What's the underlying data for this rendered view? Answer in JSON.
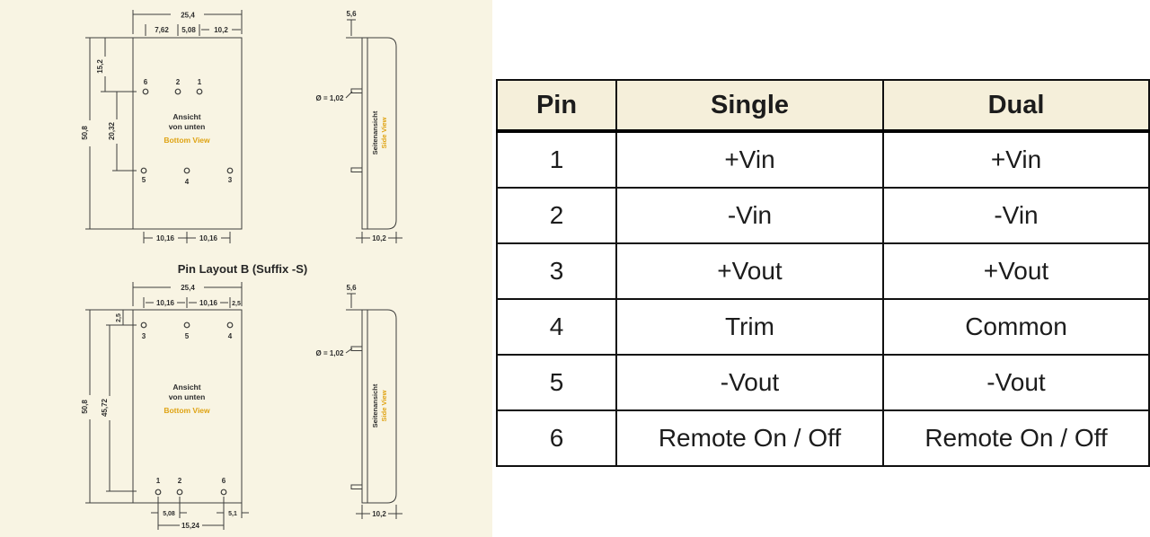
{
  "canvas": {
    "left_bg": "#f8f4e3",
    "right_bg": "#ffffff",
    "line_color": "#3e3e3c",
    "accent_gold": "#dfa313",
    "table_header_bg": "#f5efda"
  },
  "pin_layout": {
    "section_title": "Pin Layout B (Suffix -S)",
    "drawing_a": {
      "bottom_view": {
        "caption_de_1": "Ansicht",
        "caption_de_2": "von unten",
        "caption_en": "Bottom View",
        "dim_total_width": "25,4",
        "dim_pitch_1": "7,62",
        "dim_pitch_2": "5,08",
        "dim_pitch_3": "10,2",
        "dim_height_top": "15,2",
        "dim_height_mid": "20,32",
        "dim_height_total": "50,8",
        "dim_bottom_1": "10,16",
        "dim_bottom_2": "10,16",
        "pins_top": [
          "6",
          "2",
          "1"
        ],
        "pins_bottom": [
          "5",
          "4",
          "3"
        ]
      },
      "side_view": {
        "caption_de": "Seitenansicht",
        "caption_en": "Side View",
        "dim_top": "5,6",
        "dim_pin_diameter": "Ø = 1,02",
        "dim_depth": "10,2"
      }
    },
    "drawing_b": {
      "bottom_view": {
        "caption_de_1": "Ansicht",
        "caption_de_2": "von unten",
        "caption_en": "Bottom View",
        "dim_total_width": "25,4",
        "dim_pitch_1": "10,16",
        "dim_pitch_2": "10,16",
        "dim_pitch_right": "2,5",
        "dim_top_left": "2,5",
        "dim_height_total": "50,8",
        "dim_height_inner": "45,72",
        "dim_bottom_1": "5,08",
        "dim_bottom_2": "5,1",
        "dim_bottom_3": "15,24",
        "pins_top": [
          "3",
          "5",
          "4"
        ],
        "pins_bottom": [
          "1",
          "2",
          "6"
        ]
      },
      "side_view": {
        "caption_de": "Seitenansicht",
        "caption_en": "Side View",
        "dim_top": "5,6",
        "dim_pin_diameter": "Ø = 1,02",
        "dim_depth": "10,2"
      }
    }
  },
  "pin_table": {
    "headers": [
      "Pin",
      "Single",
      "Dual"
    ],
    "rows": [
      [
        "1",
        "+Vin",
        "+Vin"
      ],
      [
        "2",
        "-Vin",
        "-Vin"
      ],
      [
        "3",
        "+Vout",
        "+Vout"
      ],
      [
        "4",
        "Trim",
        "Common"
      ],
      [
        "5",
        "-Vout",
        "-Vout"
      ],
      [
        "6",
        "Remote On / Off",
        "Remote On / Off"
      ]
    ]
  }
}
